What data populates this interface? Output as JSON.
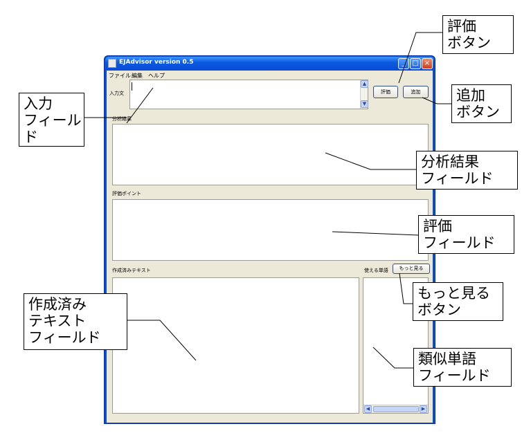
{
  "window": {
    "title": "EJAdvisor version 0.5",
    "controls": {
      "minimize": "_",
      "maximize": "□",
      "close": "×"
    }
  },
  "menu": [
    "ファイル",
    "編集",
    "ヘルプ"
  ],
  "input": {
    "label": "入力文",
    "value": "",
    "scroll_up": "▲",
    "scroll_down": "▼"
  },
  "buttons": {
    "evaluate": "評価",
    "add": "追加",
    "more": "もっと見る"
  },
  "sections": {
    "analysis": "分析結果",
    "evaluation": "評価ポイント",
    "created_text": "作成済みテキスト",
    "usable_words": "使える単語"
  },
  "fields": {
    "analysis": "",
    "evaluation": "",
    "created_text": "",
    "similar_words": ""
  },
  "hscroll": {
    "left": "◀",
    "right": "▶"
  },
  "callouts": {
    "evaluate_button": "評価\nボタン",
    "input_field": "入力\nフィール\nド",
    "add_button": "追加\nボタン",
    "analysis_field": "分析結果\nフィールド",
    "evaluation_field": "評価\nフィールド",
    "more_button": "もっと見る\nボタン",
    "created_text_field": "作成済み\nテキスト\nフィールド",
    "similar_words_field": "類似単語\nフィールド"
  }
}
